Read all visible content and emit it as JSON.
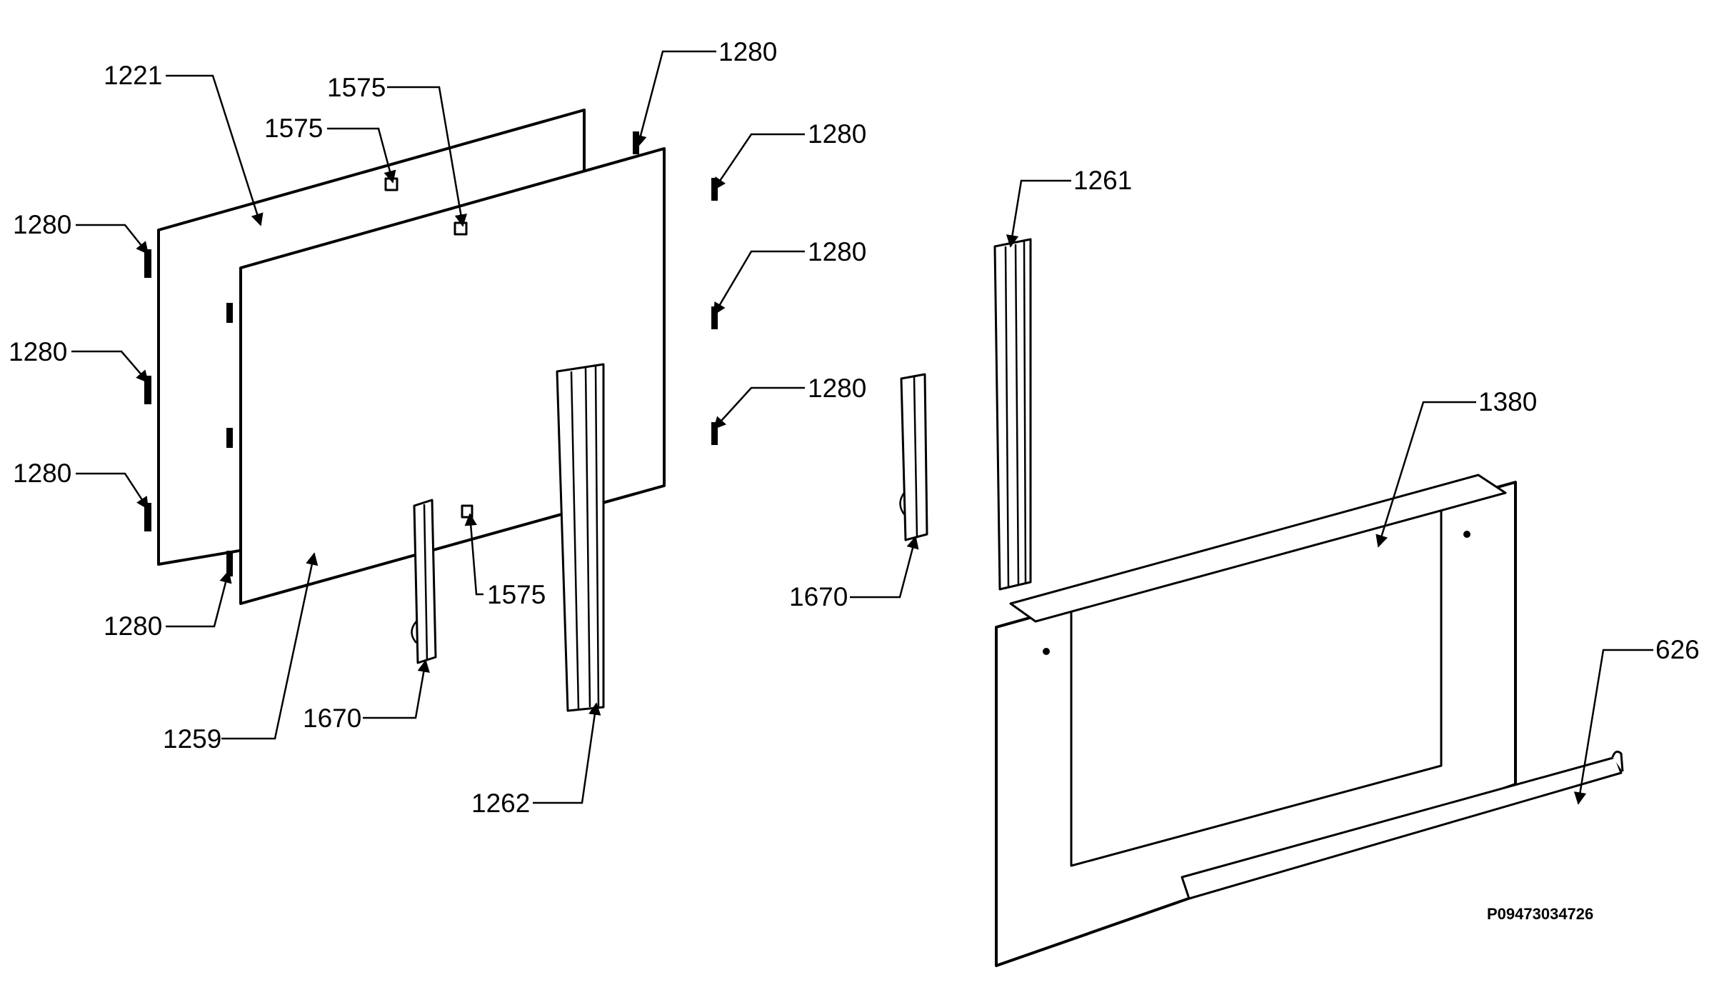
{
  "drawing_code": "P09473034726",
  "labels": {
    "l1221": "1221",
    "l1575_top": "1575",
    "l1575_mid": "1575",
    "l1575_low": "1575",
    "l1280_tr": "1280",
    "l1280_r1": "1280",
    "l1280_r2": "1280",
    "l1280_r3": "1280",
    "l1280_l1": "1280",
    "l1280_l2": "1280",
    "l1280_l3": "1280",
    "l1280_bottom": "1280",
    "l1259": "1259",
    "l1670_left": "1670",
    "l1262": "1262",
    "l1261": "1261",
    "l1670_right": "1670",
    "l1380": "1380",
    "l626": "626"
  }
}
